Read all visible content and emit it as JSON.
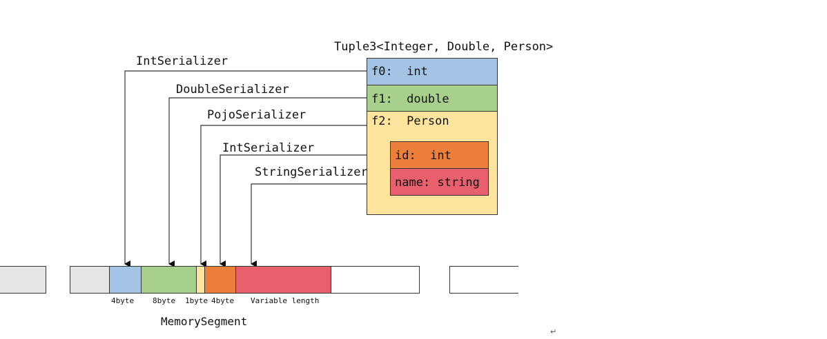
{
  "tuple_title": "Tuple3<Integer, Double, Person>",
  "fields": {
    "f0": "f0:  int",
    "f1": "f1:  double",
    "f2": "f2:  Person",
    "id": "id:  int",
    "name": "name: string"
  },
  "serializers": {
    "int1": "IntSerializer",
    "double": "DoubleSerializer",
    "pojo": "PojoSerializer",
    "int2": "IntSerializer",
    "string": "StringSerializer"
  },
  "segment_labels": {
    "int": "4byte",
    "double": "8byte",
    "pojo": "1byte",
    "id": "4byte",
    "string": "Variable length"
  },
  "memory_segment_label": "MemorySegment",
  "colors": {
    "blue": "#a3c4e4",
    "green": "#a8d08d",
    "yellow": "#ffe49d",
    "orange": "#ec7f3c",
    "red": "#e8606e",
    "gray": "#e6e6e6"
  },
  "footer_marker": "↵"
}
